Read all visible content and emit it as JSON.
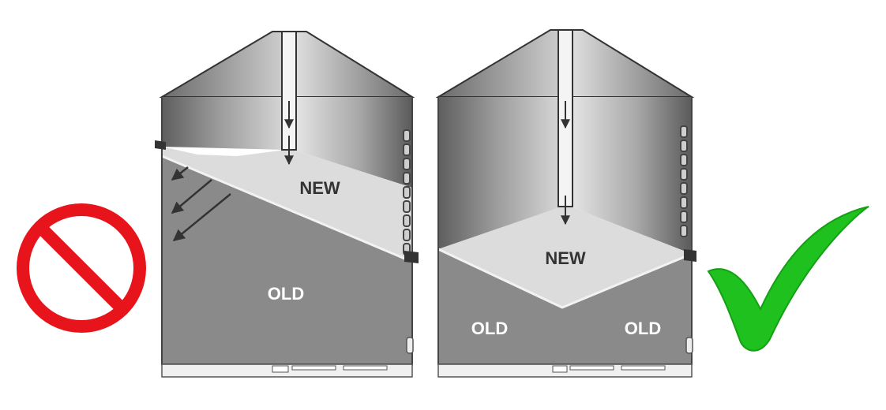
{
  "left_bin": {
    "label_new": "NEW",
    "label_old": "OLD",
    "verdict_icon": "no-symbol-icon",
    "verdict_color": "#e8141c"
  },
  "right_bin": {
    "label_new": "NEW",
    "label_old_left": "OLD",
    "label_old_right": "OLD",
    "verdict_icon": "check-mark-icon",
    "verdict_color": "#1fc11f"
  },
  "colors": {
    "new_grain": "#dcdcdc",
    "old_grain": "#8a8a8a",
    "label_text": "#ffffff",
    "new_label_text": "#333333"
  }
}
